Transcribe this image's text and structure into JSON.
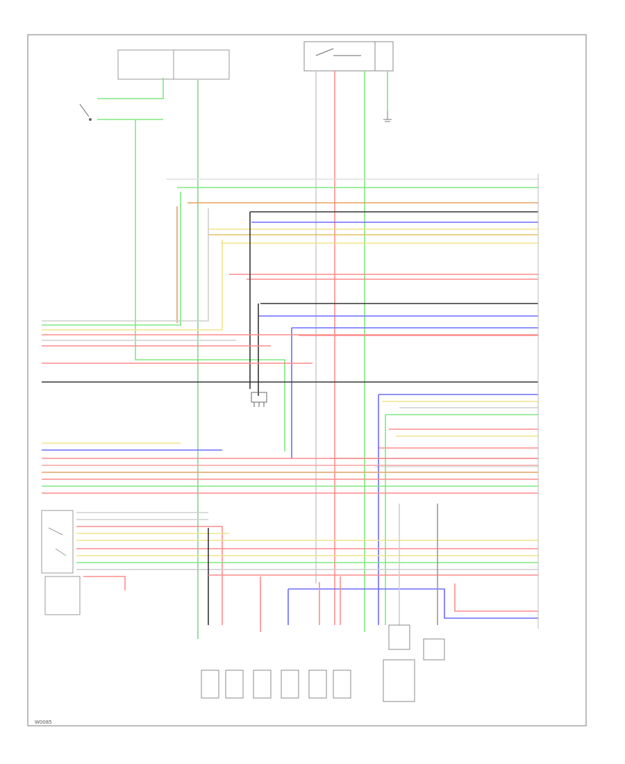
{
  "diagram": {
    "footer_code": "W0085",
    "colors": {
      "green": "#7ee87e",
      "red": "#ff8a8a",
      "blue": "#6b6bff",
      "yellow": "#f2e38a",
      "gray": "#a8a8a8",
      "dark": "#333333",
      "orange": "#e3a060",
      "pink": "#f2a0a0"
    },
    "icons": [
      "relay-box",
      "switch-contact",
      "ground-symbol",
      "sensor-block",
      "connector-block"
    ]
  }
}
